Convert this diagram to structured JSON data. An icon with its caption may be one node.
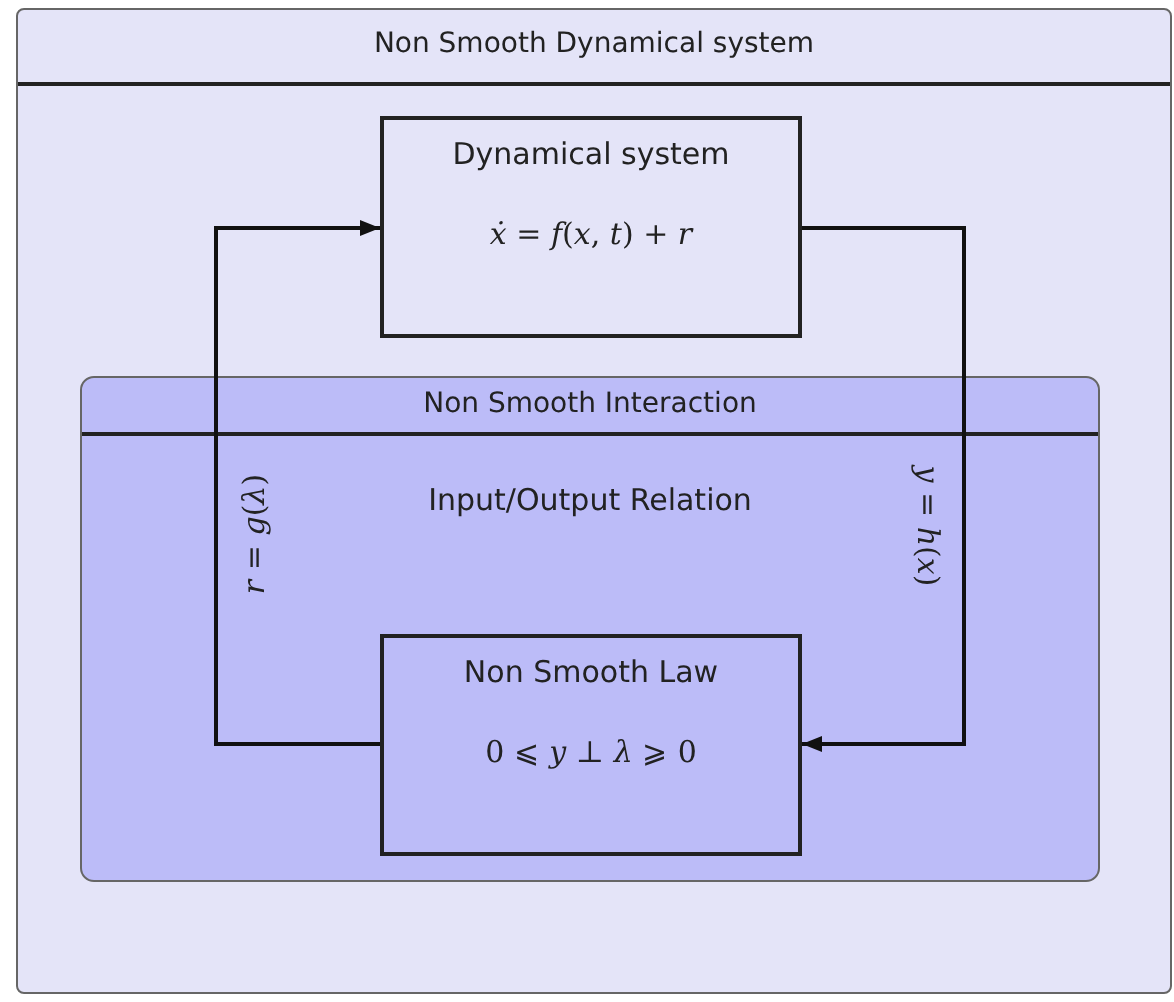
{
  "diagram": {
    "nodes": [
      {
        "text": [
          "Non Smooth Dynamical system"
        ]
      },
      {
        "text": [
          "Dynamical system",
          "*ẋ* = *f*(*x*, *t*) + *r*"
        ],
        "in": 0
      },
      {
        "text": [
          "Non Smooth Interaction",
          "Input/Output Relation"
        ],
        "in": 0
      },
      {
        "text": [
          "Non Smooth Law",
          "0 ⩽ *y* ⊥ *λ* ⩾ 0"
        ],
        "in": 2
      }
    ],
    "edges": [
      {
        "from": 1,
        "to": 3,
        "arrow": "to",
        "label": "*y* = *h*(*x*)"
      },
      {
        "from": 3,
        "to": 1,
        "arrow": "to",
        "label": "*r* = *g*(*λ*)"
      }
    ]
  }
}
